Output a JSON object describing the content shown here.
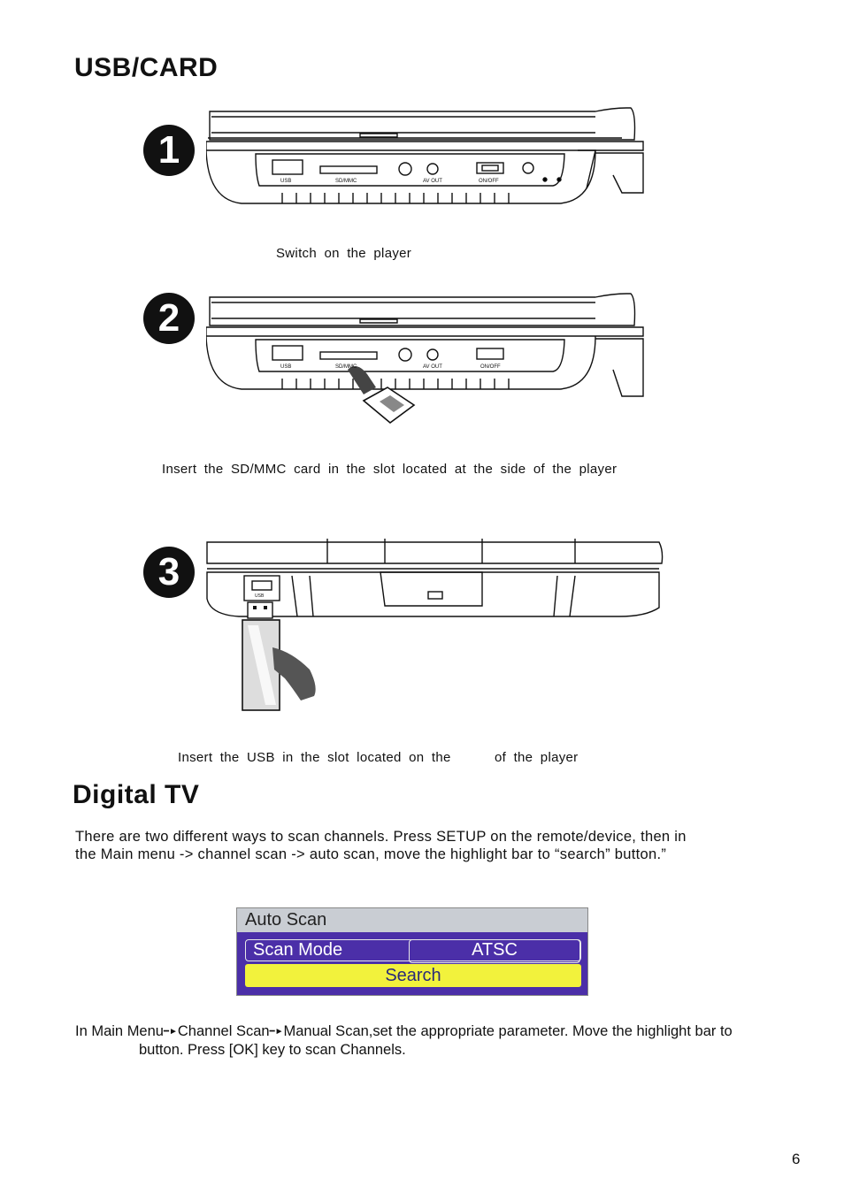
{
  "usb_card": {
    "title": "USB/CARD",
    "steps": [
      {
        "number": "1",
        "caption": "Switch  on  the  player"
      },
      {
        "number": "2",
        "caption": "Insert  the  SD/MMC card  in  the  slot  located  at  the  side  of  the  player"
      },
      {
        "number": "3",
        "caption_before": "Insert  the  USB  in  the  slot  located  on  the",
        "caption_after": "of  the  player"
      }
    ],
    "device_labels": {
      "usb": "USB",
      "sd_mmc": "SD/MMC",
      "av_out": "AV OUT",
      "on_off": "ON/OFF"
    }
  },
  "digital_tv": {
    "title": "Digital  TV",
    "intro_line1": "There are two different ways to scan channels.  Press SETUP on the remote/device, then in",
    "intro_line2": "the Main menu -> channel scan -> auto scan, move the highlight bar to “search” button.”",
    "auto_scan": {
      "header": "Auto Scan",
      "mode_label": "Scan Mode",
      "mode_value": "ATSC",
      "search_label": "Search"
    },
    "manual_part1": "In Main Menu",
    "manual_part2": "Channel Scan",
    "manual_part3": "Manual Scan,set the appropriate parameter. Move the highlight bar to",
    "manual_line2": "button. Press [OK] key to scan Channels."
  },
  "page_number": "6"
}
